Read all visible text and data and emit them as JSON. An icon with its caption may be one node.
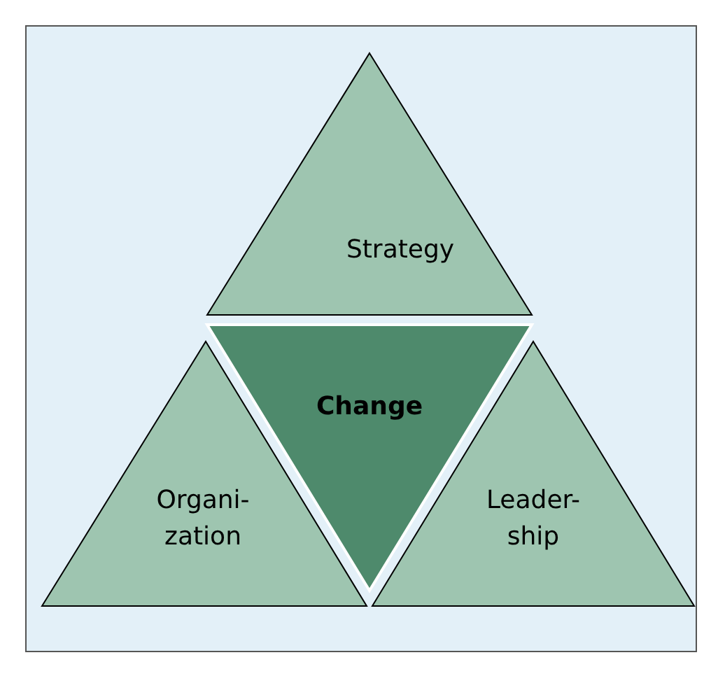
{
  "diagram": {
    "nodes": [
      {
        "text": [
          "Strategy"
        ]
      },
      {
        "text": [
          "Change"
        ]
      },
      {
        "text": [
          "Organi- zation"
        ]
      },
      {
        "text": [
          "Leader- ship"
        ]
      }
    ]
  }
}
